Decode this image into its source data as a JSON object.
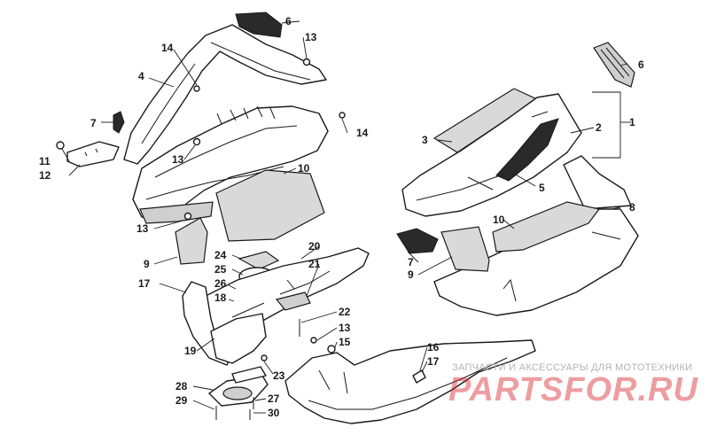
{
  "callouts": {
    "c1": "1",
    "c2": "2",
    "c3": "3",
    "c4": "4",
    "c5": "5",
    "c6a": "6",
    "c6b": "6",
    "c7a": "7",
    "c7b": "7",
    "c8": "8",
    "c9a": "9",
    "c9b": "9",
    "c10a": "10",
    "c10b": "10",
    "c11": "11",
    "c12": "12",
    "c13a": "13",
    "c13b": "13",
    "c13c": "13",
    "c13d": "13",
    "c14a": "14",
    "c14b": "14",
    "c15": "15",
    "c16": "16",
    "c17a": "17",
    "c17b": "17",
    "c18": "18",
    "c19": "19",
    "c20": "20",
    "c21": "21",
    "c22": "22",
    "c23": "23",
    "c24": "24",
    "c25": "25",
    "c26": "26",
    "c27": "27",
    "c28": "28",
    "c29": "29",
    "c30": "30"
  },
  "watermark": {
    "caption": "ЗАПЧАСТИ И АКСЕССУАРЫ ДЛЯ МОТОТЕХНИКИ",
    "brand": "PARTSFOR.RU"
  }
}
